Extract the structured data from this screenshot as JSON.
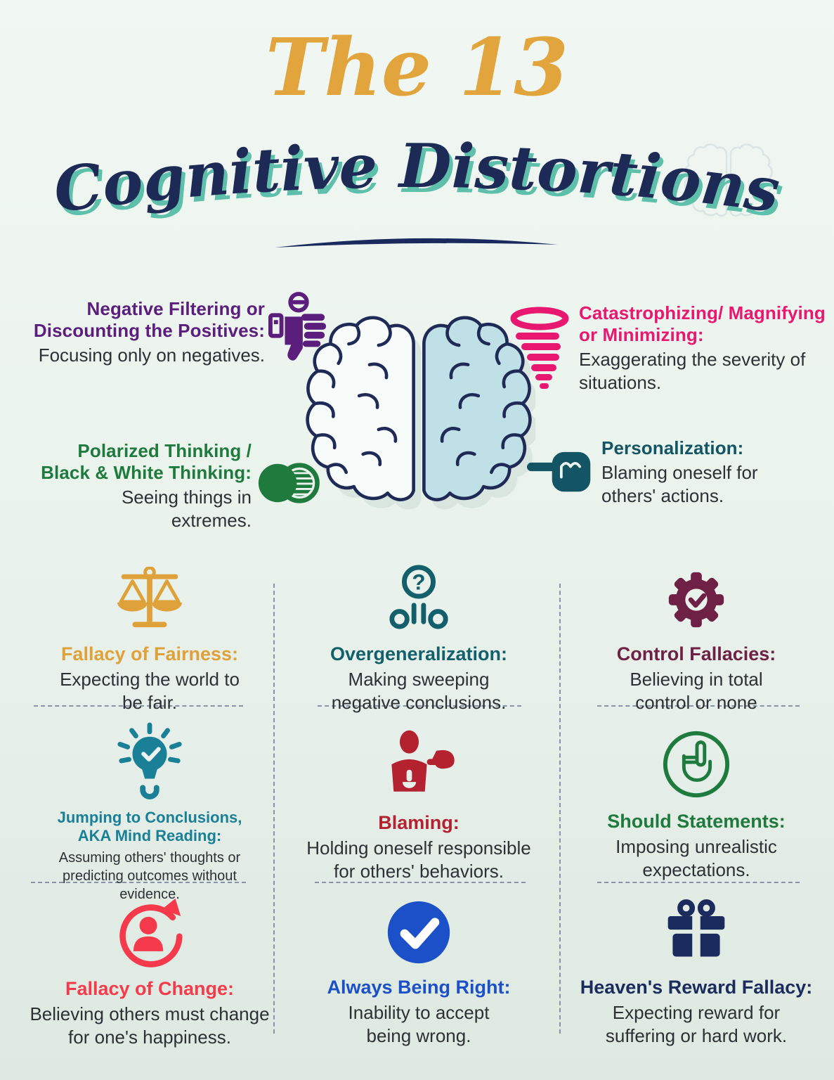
{
  "title": {
    "line1": "The 13",
    "line2": "Cognitive Distortions"
  },
  "colors": {
    "title_gold": "#e2a43c",
    "title_navy": "#1d2a56",
    "title_shadow_teal": "#5ec0aa",
    "background_mint": "#ecf4ee",
    "divider_gray": "#8893aa",
    "body_text": "#2d3136",
    "brain_left_fill": "#f7fbfa",
    "brain_right_fill": "#bfe0e6"
  },
  "top_items": [
    {
      "heading": "Negative Filtering or Discounting the Positives:",
      "body": "Focusing only on negatives.",
      "color": "#5b1e7d",
      "icon": "thumbs-down-minus-icon"
    },
    {
      "heading": "Catastrophizing/ Magnifying or Minimizing:",
      "body": "Exaggerating the severity of situations.",
      "color": "#e8176f",
      "icon": "tornado-icon"
    },
    {
      "heading": "Polarized Thinking / Black & White Thinking:",
      "body": "Seeing things in extremes.",
      "color": "#1e7a3d",
      "icon": "overlapping-circles-icon"
    },
    {
      "heading": "Personalization:",
      "body": "Blaming oneself for others' actions.",
      "color": "#135564",
      "icon": "pointing-hand-icon"
    }
  ],
  "grid_items": [
    {
      "heading": "Fallacy of Fairness:",
      "body": "Expecting the world to be fair.",
      "color": "#dfa23a",
      "icon": "balance-scale-icon"
    },
    {
      "heading": "Overgeneralization:",
      "body": "Making sweeping negative conclusions.",
      "color": "#135f6b",
      "icon": "question-links-icon"
    },
    {
      "heading": "Control Fallacies:",
      "body": "Believing in total control or none",
      "color": "#6e2145",
      "icon": "gear-check-icon"
    },
    {
      "heading": "Jumping to Conclusions, AKA Mind Reading:",
      "body": "Assuming others' thoughts or predicting outcomes without evidence.",
      "color": "#1a8097",
      "icon": "lightbulb-check-icon"
    },
    {
      "heading": "Blaming:",
      "body": "Holding oneself responsible for others' behaviors.",
      "color": "#b4212f",
      "icon": "person-blame-icon"
    },
    {
      "heading": "Should Statements:",
      "body": "Imposing unrealistic expectations.",
      "color": "#1e7a3d",
      "icon": "finger-up-circle-icon"
    },
    {
      "heading": "Fallacy of Change:",
      "body": "Believing others must change for one's happiness.",
      "color": "#f53b4b",
      "icon": "person-refresh-icon"
    },
    {
      "heading": "Always Being Right:",
      "body": "Inability to accept being wrong.",
      "color": "#1c50c8",
      "icon": "check-circle-icon"
    },
    {
      "heading": "Heaven's Reward Fallacy:",
      "body": "Expecting reward for suffering or hard work.",
      "color": "#1c2b5e",
      "icon": "gift-icon"
    }
  ]
}
